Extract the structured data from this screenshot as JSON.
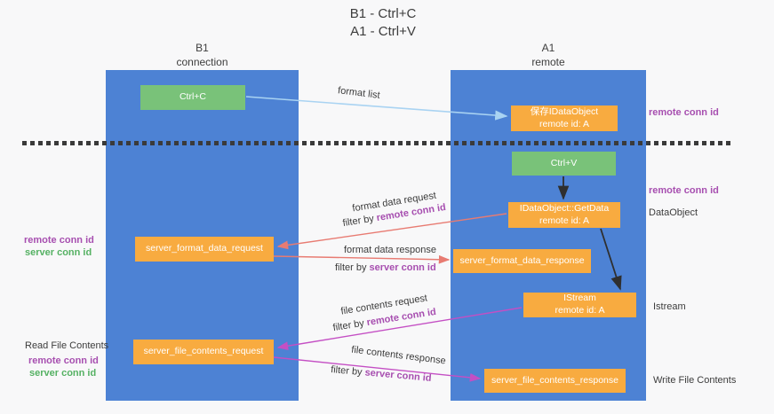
{
  "title": {
    "line1": "B1 - Ctrl+C",
    "line2": "A1 - Ctrl+V"
  },
  "lanes": {
    "left": {
      "name": "B1",
      "role": "connection"
    },
    "right": {
      "name": "A1",
      "role": "remote"
    }
  },
  "nodes": {
    "ctrl_c": {
      "label": "Ctrl+C"
    },
    "save_idataobject": {
      "line1": "保存IDataObject",
      "line2": "remote id: A"
    },
    "ctrl_v": {
      "label": "Ctrl+V"
    },
    "getdata": {
      "line1": "IDataObject::GetData",
      "line2": "remote id: A"
    },
    "server_format_data_request": {
      "label": "server_format_data_request"
    },
    "server_format_data_response": {
      "label": "server_format_data_response"
    },
    "istream": {
      "line1": "IStream",
      "line2": "remote id: A"
    },
    "server_file_contents_request": {
      "label": "server_file_contents_request"
    },
    "server_file_contents_response": {
      "label": "server_file_contents_response"
    }
  },
  "edge_labels": {
    "format_list": "format list",
    "format_data_request": "format data request",
    "format_data_response": "format data response",
    "file_contents_request": "file contents request",
    "file_contents_response": "file contents response",
    "filter_by": "filter by ",
    "remote_conn_id": "remote conn id",
    "server_conn_id": "server conn id"
  },
  "annotations": {
    "right_top_remote_conn_id": "remote conn id",
    "right_mid_remote_conn_id": "remote conn id",
    "dataobject": "DataObject",
    "istream": "Istream",
    "write_file_contents": "Write File Contents",
    "left_remote_conn_id": "remote conn id",
    "left_server_conn_id": "server conn id",
    "read_file_contents": "Read File Contents",
    "left_bottom_remote_conn_id": "remote conn id",
    "left_bottom_server_conn_id": "server conn id"
  },
  "colors": {
    "lane_blue": "#4d82d4",
    "node_green": "#79c279",
    "node_orange": "#f8ab40",
    "arrow_light_blue": "#a9d3f2",
    "arrow_red": "#e87b72",
    "arrow_magenta": "#c44fc4",
    "arrow_black": "#2f2f2f",
    "text_purple": "#a74fb0",
    "text_green": "#55b163",
    "background": "#f8f8f9"
  }
}
